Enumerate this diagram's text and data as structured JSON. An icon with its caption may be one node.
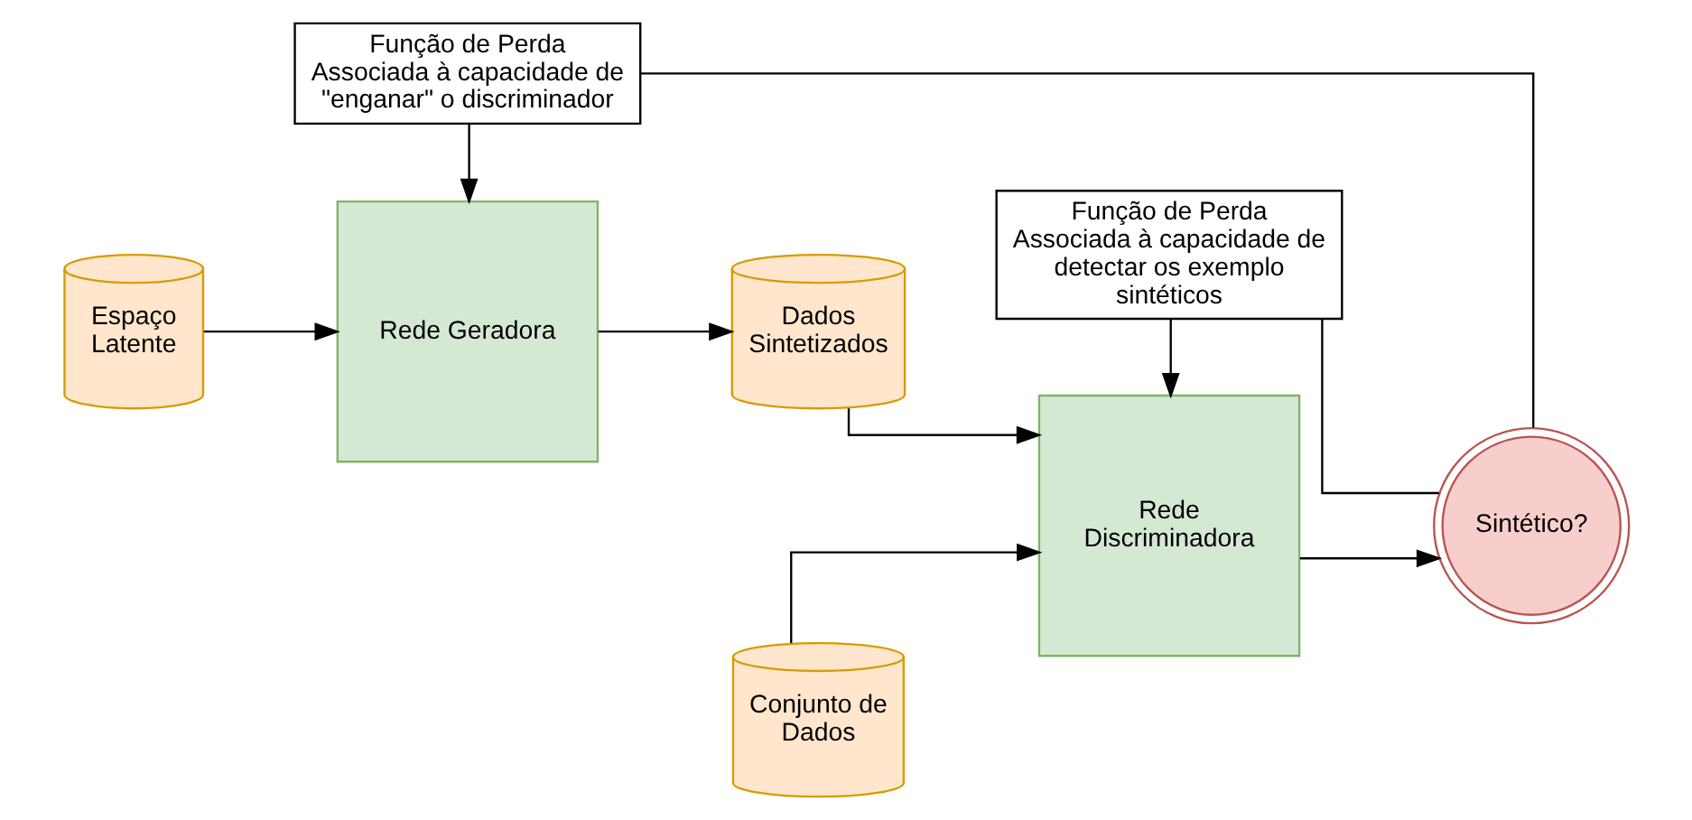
{
  "diagram": {
    "nodes": [
      {
        "text": [
          "Espaço Latente"
        ]
      },
      {
        "text": [
          "Rede Geradora"
        ]
      },
      {
        "text": [
          "Dados Sintetizados"
        ]
      },
      {
        "text": [
          "Conjunto de Dados"
        ]
      },
      {
        "text": [
          "Rede Discriminadora"
        ]
      },
      {
        "text": [
          "Sintético?"
        ]
      },
      {
        "text": [
          "Função de Perda",
          "Associada à capacidade de \"enganar\" o discriminador"
        ]
      },
      {
        "text": [
          "Função de Perda",
          "Associada à capacidade de detectar os exemplo sintéticos"
        ]
      }
    ],
    "edges": [
      {
        "from": 0,
        "to": 1,
        "arrow": "to"
      },
      {
        "from": 1,
        "to": 2,
        "arrow": "to"
      },
      {
        "from": 2,
        "to": 4,
        "arrow": "to"
      },
      {
        "from": 3,
        "to": 4,
        "arrow": "to"
      },
      {
        "from": 4,
        "to": 5,
        "arrow": "to"
      },
      {
        "from": 5,
        "to": 6,
        "arrow": "none"
      },
      {
        "from": 5,
        "to": 7,
        "arrow": "none"
      },
      {
        "from": 6,
        "to": 1,
        "arrow": "to"
      },
      {
        "from": 7,
        "to": 4,
        "arrow": "to"
      }
    ]
  }
}
